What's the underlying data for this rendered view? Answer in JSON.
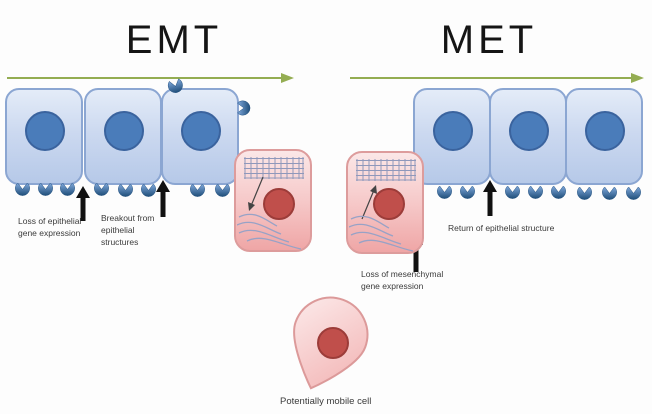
{
  "sections": {
    "emt": {
      "title": "EMT"
    },
    "met": {
      "title": "MET"
    }
  },
  "labels": {
    "loss_epithelial": "Loss of epithelial\ngene expression",
    "breakout": "Breakout from\nepithelial\nstructures",
    "return_epithelial": "Return of epithelial structure",
    "loss_mesenchymal": "Loss of mesenchymal\ngene expression",
    "mobile_cell": "Potentially mobile cell"
  },
  "structure": {
    "epithelial_cells_emt": 3,
    "epithelial_cells_met": 3,
    "mesenchymal_cells": 2,
    "mobile_cells": 1
  },
  "icons": {
    "adhesion_molecule": "blue-pacman-crescent",
    "cytoskeleton_grid": "crosshatch-grid",
    "stress_fibers": "wavy-lines",
    "direction_arrow": "green-right-arrow",
    "annotation_arrow": "black-up-arrow",
    "reorganization_arrow": "thin-diagonal-arrow"
  },
  "colors": {
    "epithelial_cell_fill": "#ccd9f0",
    "epithelial_cell_border": "#8ba6d2",
    "epithelial_nucleus": "#4a7cba",
    "mesenchymal_cell_fill": "#f6c9c9",
    "mesenchymal_cell_border": "#dd9c9c",
    "mesenchymal_nucleus": "#c04f4b",
    "direction_arrow_green": "#94ad52",
    "adhesion_molecule_blue": "#2a5a8f",
    "annotation_arrow_black": "#111111"
  }
}
